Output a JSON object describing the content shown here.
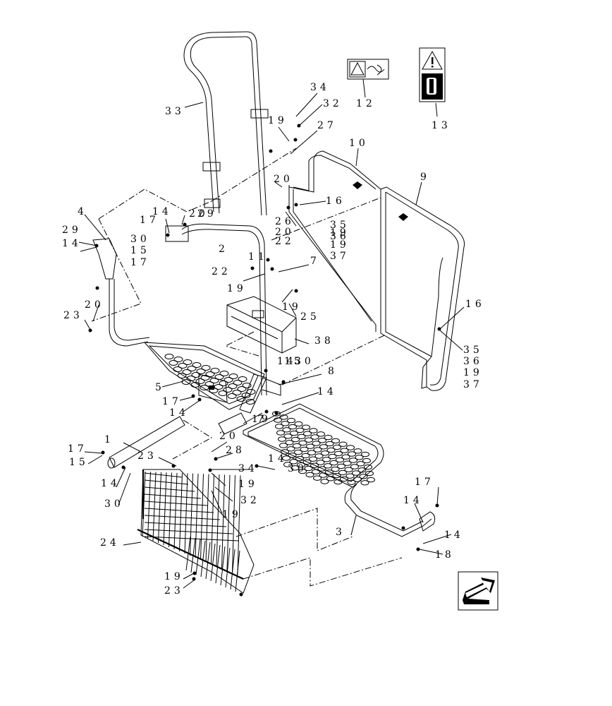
{
  "callouts": [
    {
      "id": "c1",
      "text": "1"
    },
    {
      "id": "c2",
      "text": "2"
    },
    {
      "id": "c3",
      "text": "3"
    },
    {
      "id": "c4",
      "text": "4"
    },
    {
      "id": "c5",
      "text": "5"
    },
    {
      "id": "c7a",
      "text": "7"
    },
    {
      "id": "c7b",
      "text": "7"
    },
    {
      "id": "c8",
      "text": "8"
    },
    {
      "id": "c9",
      "text": "9"
    },
    {
      "id": "c10",
      "text": "10"
    },
    {
      "id": "c11",
      "text": "11"
    },
    {
      "id": "c12",
      "text": "12"
    },
    {
      "id": "c13",
      "text": "13"
    },
    {
      "id": "c14a",
      "text": "14"
    },
    {
      "id": "c14b",
      "text": "14"
    },
    {
      "id": "c14c",
      "text": "14"
    },
    {
      "id": "c14d",
      "text": "14"
    },
    {
      "id": "c14e",
      "text": "14"
    },
    {
      "id": "c14f",
      "text": "14"
    },
    {
      "id": "c14g",
      "text": "14"
    },
    {
      "id": "c14h",
      "text": "14"
    },
    {
      "id": "c14i",
      "text": "14"
    },
    {
      "id": "c15a",
      "text": "15"
    },
    {
      "id": "c15b",
      "text": "15"
    },
    {
      "id": "c15c",
      "text": "15"
    },
    {
      "id": "c16a",
      "text": "16"
    },
    {
      "id": "c16b",
      "text": "16"
    },
    {
      "id": "c17a",
      "text": "17"
    },
    {
      "id": "c17b",
      "text": "17"
    },
    {
      "id": "c17c",
      "text": "17"
    },
    {
      "id": "c17d",
      "text": "17"
    },
    {
      "id": "c17e",
      "text": "17"
    },
    {
      "id": "c18",
      "text": "18"
    },
    {
      "id": "c19a",
      "text": "19"
    },
    {
      "id": "c19b",
      "text": "19"
    },
    {
      "id": "c19c",
      "text": "19"
    },
    {
      "id": "c19d",
      "text": "19"
    },
    {
      "id": "c19e",
      "text": "19"
    },
    {
      "id": "c19f",
      "text": "19"
    },
    {
      "id": "c19g",
      "text": "19"
    },
    {
      "id": "c19h",
      "text": "19"
    },
    {
      "id": "c20a",
      "text": "20"
    },
    {
      "id": "c20b",
      "text": "20"
    },
    {
      "id": "c20c",
      "text": "20"
    },
    {
      "id": "c20d",
      "text": "20"
    },
    {
      "id": "c20e",
      "text": "20"
    },
    {
      "id": "c22a",
      "text": "22"
    },
    {
      "id": "c22b",
      "text": "22"
    },
    {
      "id": "c23a",
      "text": "23"
    },
    {
      "id": "c23b",
      "text": "23"
    },
    {
      "id": "c23c",
      "text": "23"
    },
    {
      "id": "c24",
      "text": "24"
    },
    {
      "id": "c25",
      "text": "25"
    },
    {
      "id": "c26",
      "text": "26"
    },
    {
      "id": "c27",
      "text": "27"
    },
    {
      "id": "c28",
      "text": "28"
    },
    {
      "id": "c29a",
      "text": "29"
    },
    {
      "id": "c29b",
      "text": "29"
    },
    {
      "id": "c30a",
      "text": "30"
    },
    {
      "id": "c30b",
      "text": "30"
    },
    {
      "id": "c30c",
      "text": "30"
    },
    {
      "id": "c30d",
      "text": "30"
    },
    {
      "id": "c32a",
      "text": "32"
    },
    {
      "id": "c32b",
      "text": "32"
    },
    {
      "id": "c33",
      "text": "33"
    },
    {
      "id": "c34a",
      "text": "34"
    },
    {
      "id": "c34b",
      "text": "34"
    },
    {
      "id": "c35a",
      "text": "35"
    },
    {
      "id": "c35b",
      "text": "35"
    },
    {
      "id": "c36a",
      "text": "36"
    },
    {
      "id": "c36b",
      "text": "36"
    },
    {
      "id": "c37a",
      "text": "37"
    },
    {
      "id": "c37b",
      "text": "37"
    },
    {
      "id": "c38",
      "text": "38"
    },
    {
      "id": "c19i",
      "text": "19"
    },
    {
      "id": "c19j",
      "text": "19"
    }
  ],
  "icons": {
    "decal_12": "warning-decal-icon",
    "decal_13": "warning-decal-icon",
    "nav_arrow": "next-page-arrow-icon"
  }
}
